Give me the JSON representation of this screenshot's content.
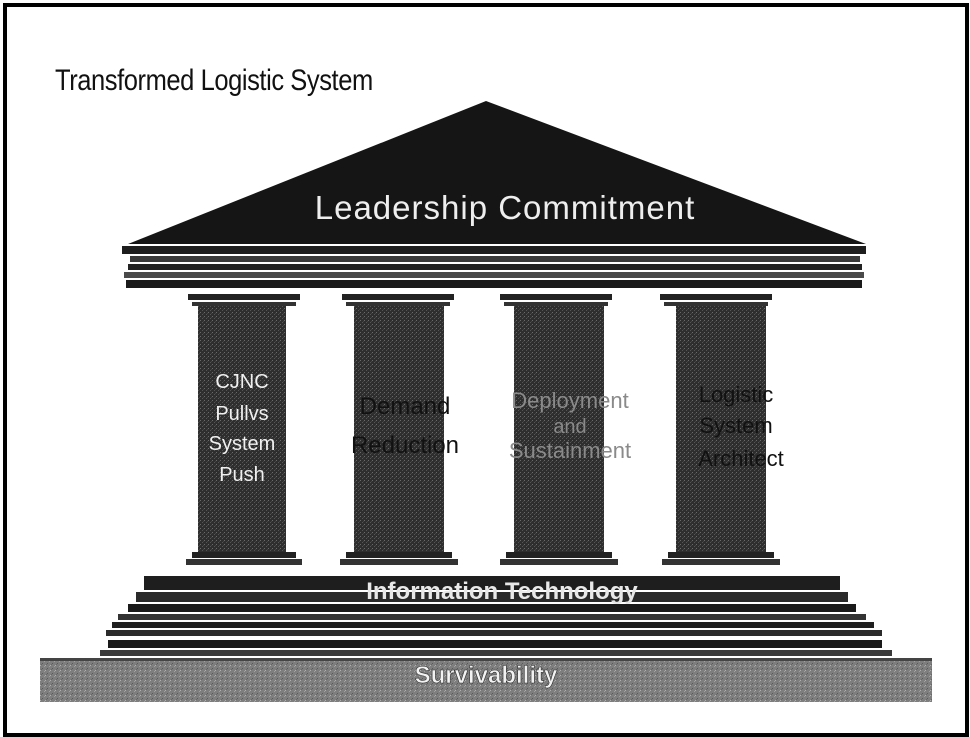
{
  "title": "Transformed Logistic System",
  "roof_label": "Leadership Commitment",
  "pillars": [
    {
      "lines": [
        "CJNC",
        "Pullvs",
        "System",
        "Push"
      ]
    },
    {
      "lines": [
        "Demand",
        "Reduction"
      ]
    },
    {
      "lines": [
        "Deployment",
        "and",
        "Sustainment"
      ]
    },
    {
      "lines": [
        "Logistic",
        "System",
        "Architect"
      ]
    }
  ],
  "steps_label": "Information Technology",
  "base_label": "Survivability",
  "colors": {
    "roof": "#1a1a1a",
    "pillar": "#2b2b2b",
    "base": "#8a8a8a",
    "text_light": "#f2f2f2",
    "text_dark": "#111111"
  }
}
